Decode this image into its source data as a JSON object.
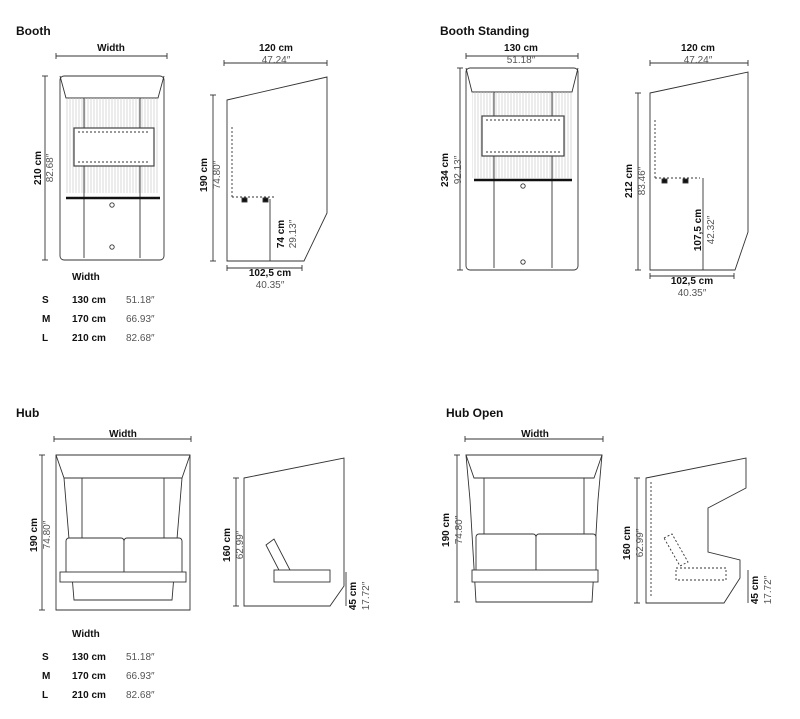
{
  "sections": {
    "booth": {
      "title": "Booth",
      "width_label": "Width",
      "height_cm": "210 cm",
      "height_in": "82.68″",
      "side_top_cm": "120 cm",
      "side_top_in": "47.24″",
      "side_height_cm": "190 cm",
      "side_height_in": "74.80″",
      "desk_height_cm": "74 cm",
      "desk_height_in": "29.13″",
      "depth_cm": "102,5 cm",
      "depth_in": "40.35″"
    },
    "booth_standing": {
      "title": "Booth Standing",
      "front_width_cm": "130 cm",
      "front_width_in": "51.18″",
      "height_cm": "234 cm",
      "height_in": "92.13″",
      "side_top_cm": "120 cm",
      "side_top_in": "47.24″",
      "side_height_cm": "212 cm",
      "side_height_in": "83.46″",
      "desk_height_cm": "107,5 cm",
      "desk_height_in": "42.32″",
      "depth_cm": "102,5 cm",
      "depth_in": "40.35″"
    },
    "hub": {
      "title": "Hub",
      "width_label": "Width",
      "height_cm": "190 cm",
      "height_in": "74.80″",
      "side_height_cm": "160 cm",
      "side_height_in": "62.99″",
      "seat_height_cm": "45 cm",
      "seat_height_in": "17.72″"
    },
    "hub_open": {
      "title": "Hub Open",
      "width_label": "Width",
      "height_cm": "190 cm",
      "height_in": "74.80″",
      "side_height_cm": "160 cm",
      "side_height_in": "62.99″",
      "seat_height_cm": "45 cm",
      "seat_height_in": "17.72″"
    }
  },
  "size_tables": {
    "booth": {
      "header": "Width",
      "rows": [
        {
          "size": "S",
          "cm": "130 cm",
          "in": "51.18″"
        },
        {
          "size": "M",
          "cm": "170 cm",
          "in": "66.93″"
        },
        {
          "size": "L",
          "cm": "210 cm",
          "in": "82.68″"
        }
      ]
    },
    "hub": {
      "header": "Width",
      "rows": [
        {
          "size": "S",
          "cm": "130 cm",
          "in": "51.18″"
        },
        {
          "size": "M",
          "cm": "170 cm",
          "in": "66.93″"
        },
        {
          "size": "L",
          "cm": "210 cm",
          "in": "82.68″"
        }
      ]
    }
  }
}
